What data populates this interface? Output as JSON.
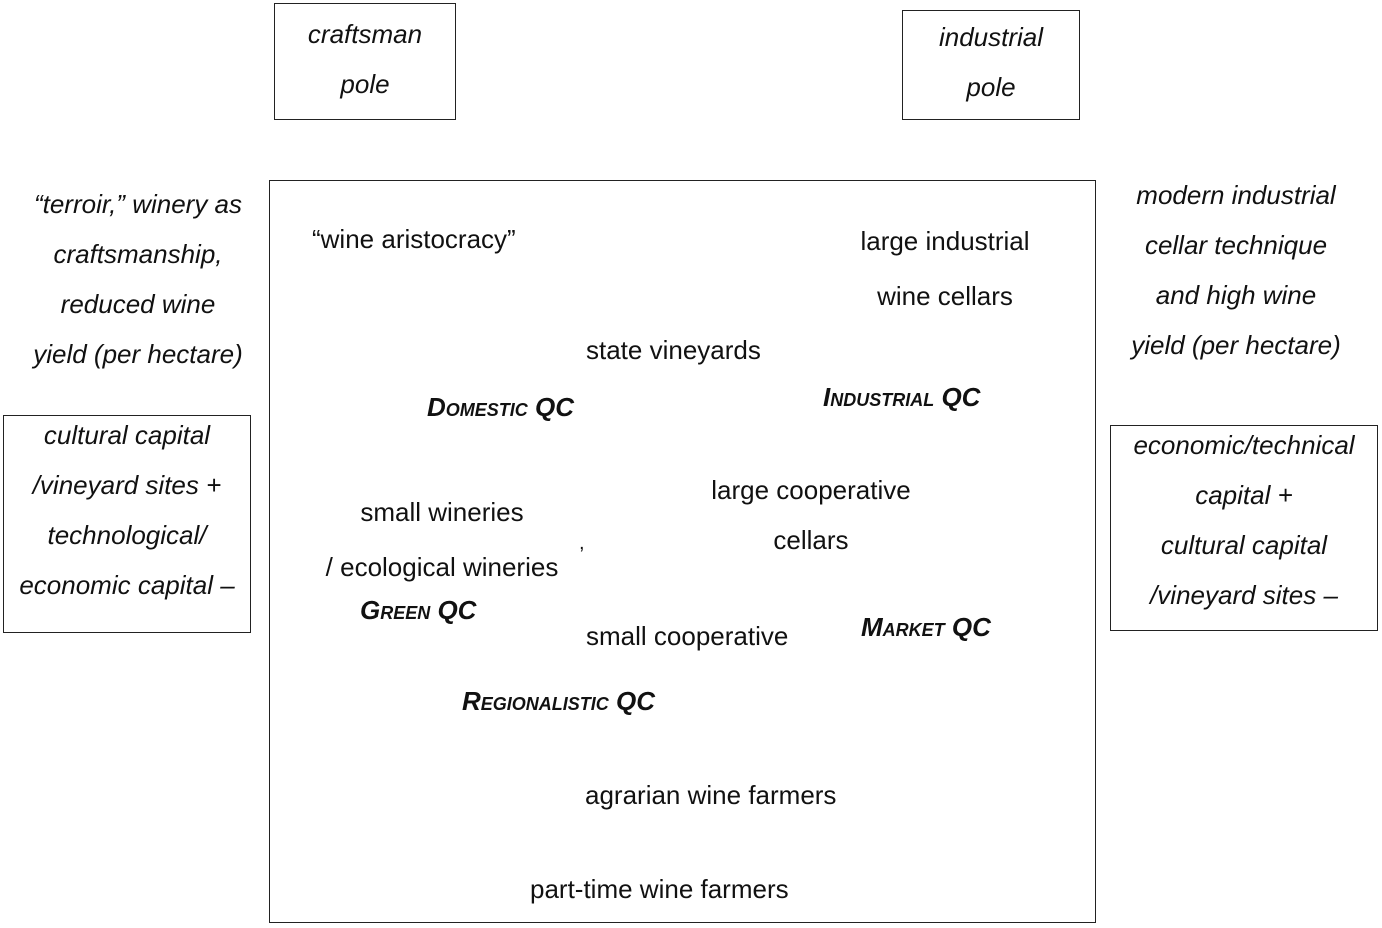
{
  "poles": {
    "craftsman": [
      "craftsman",
      "pole"
    ],
    "industrial": [
      "industrial",
      "pole"
    ]
  },
  "left_description": [
    "“terroir,” winery as",
    "craftsmanship,",
    "reduced wine",
    "yield (per hectare)"
  ],
  "right_description": [
    "modern industrial",
    "cellar technique",
    "and high wine",
    "yield (per hectare)"
  ],
  "left_capital": [
    "cultural capital",
    "/vineyard sites +",
    "technological/",
    "economic capital –"
  ],
  "right_capital": [
    "economic/technical",
    "capital +",
    "cultural capital",
    "/vineyard sites –"
  ],
  "field": {
    "wine_aristocracy": "“wine aristocracy”",
    "large_industrial": [
      "large industrial",
      "wine cellars"
    ],
    "state_vineyards": "state vineyards",
    "large_cooperative": [
      "large cooperative",
      "cellars"
    ],
    "small_wineries": [
      "small wineries",
      "/ ecological wineries"
    ],
    "stray_mark": ",",
    "small_cooperative": "small cooperative",
    "agrarian_farmers": "agrarian wine farmers",
    "part_time_farmers": "part-time wine farmers"
  },
  "qc_labels": {
    "domestic": "Domestic QC",
    "industrial": "Industrial QC",
    "green": "Green QC",
    "market": "Market QC",
    "regionalistic": "Regionalistic QC"
  }
}
